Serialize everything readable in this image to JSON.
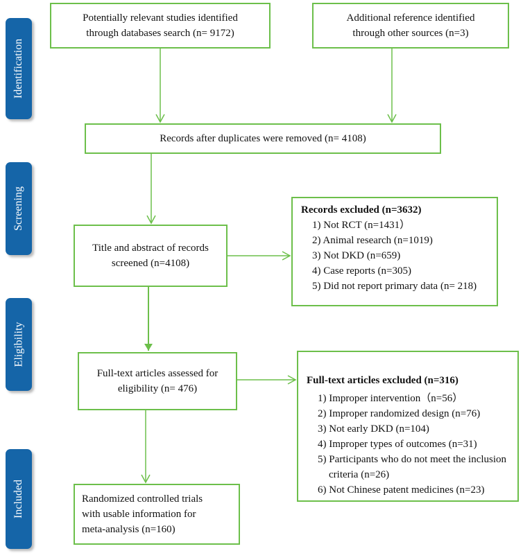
{
  "phases": [
    "Identification",
    "Screening",
    "Eligibility",
    "Included"
  ],
  "boxes": {
    "db_search": [
      "Potentially relevant studies identified",
      "through databases search (n= 9172)"
    ],
    "other_sources": [
      "Additional reference identified",
      "through other sources (n=3)"
    ],
    "duplicates": [
      "Records after duplicates were removed (n= 4108)"
    ],
    "screened": [
      "Title and abstract of records",
      "screened (n=4108)"
    ],
    "fulltext": [
      "Full-text articles assessed for",
      "eligibility (n= 476)"
    ],
    "included": [
      "Randomized controlled trials",
      "with usable information for",
      "meta-analysis (n=160)"
    ]
  },
  "records_excluded": {
    "title": "Records excluded (n=3632)",
    "items": [
      "1) Not RCT (n=1431）",
      "2) Animal research (n=1019)",
      "3) Not DKD (n=659)",
      "4) Case reports (n=305)",
      "5) Did not report primary data (n= 218)"
    ]
  },
  "fulltext_excluded": {
    "title": "Full-text articles excluded (n=316)",
    "items": [
      "1) Improper intervention（n=56）",
      "2) Improper randomized design (n=76)",
      "3) Not early DKD (n=104)",
      "4) Improper types of outcomes (n=31)",
      "5) Participants who do not meet the inclusion",
      "criteria (n=26)",
      "6) Not Chinese patent medicines (n=23)"
    ]
  },
  "colors": {
    "box_border": "#6cbf4a",
    "arrow": "#6cbf4a",
    "phase_fill": "#1565a8",
    "phase_text": "#ffffff"
  }
}
